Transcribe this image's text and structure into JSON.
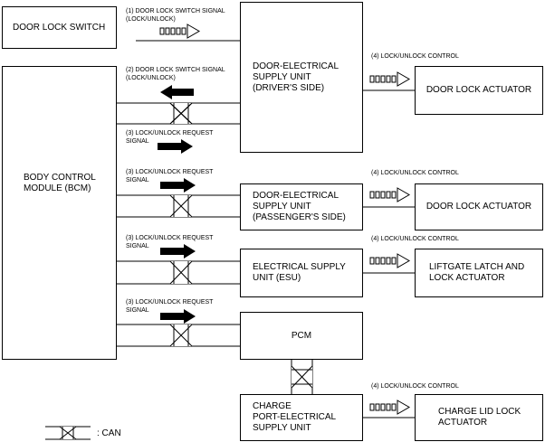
{
  "boxes": {
    "door_lock_switch": "DOOR LOCK SWITCH",
    "bcm": "BODY CONTROL\nMODULE (BCM)",
    "deu_driver": "DOOR-ELECTRICAL\nSUPPLY UNIT\n(DRIVER'S SIDE)",
    "deu_passenger": "DOOR-ELECTRICAL\nSUPPLY UNIT\n(PASSENGER'S SIDE)",
    "esu": "ELECTRICAL SUPPLY\nUNIT (ESU)",
    "pcm": "PCM",
    "charge_port_esu": "CHARGE\nPORT-ELECTRICAL\nSUPPLY UNIT",
    "door_lock_actuator_1": "DOOR LOCK ACTUATOR",
    "door_lock_actuator_2": "DOOR LOCK ACTUATOR",
    "liftgate_actuator": "LIFTGATE LATCH AND\nLOCK ACTUATOR",
    "charge_lid_actuator": "CHARGE LID LOCK\nACTUATOR"
  },
  "signals": {
    "s1": "(1) DOOR LOCK SWITCH SIGNAL\n(LOCK/UNLOCK)",
    "s2": "(2) DOOR LOCK SWITCH SIGNAL\n(LOCK/UNLOCK)",
    "s3a": "(3) LOCK/UNLOCK REQUEST\nSIGNAL",
    "s3b": "(3) LOCK/UNLOCK REQUEST\nSIGNAL",
    "s3c": "(3) LOCK/UNLOCK REQUEST\nSIGNAL",
    "s3d": "(3) LOCK/UNLOCK REQUEST\nSIGNAL",
    "c1": "(4) LOCK/UNLOCK CONTROL",
    "c2": "(4) LOCK/UNLOCK CONTROL",
    "c3": "(4) LOCK/UNLOCK CONTROL",
    "c4": "(4) LOCK/UNLOCK CONTROL"
  },
  "legend": {
    "can_label": ": CAN"
  }
}
